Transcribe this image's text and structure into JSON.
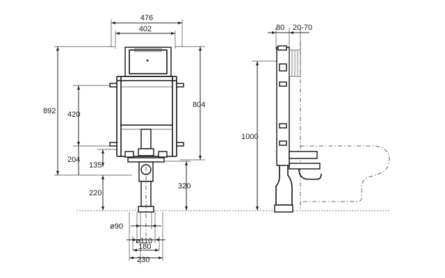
{
  "front_view": {
    "dims": {
      "width_outer": "476",
      "width_inner": "402",
      "height_total": "892",
      "height_frame": "804",
      "height_420": "420",
      "height_204": "204",
      "height_135": "135",
      "height_220": "220",
      "height_320": "320",
      "diam_90": "ø90",
      "diam_110": "ø110",
      "width_180": "180",
      "width_230": "230"
    }
  },
  "side_view": {
    "dims": {
      "depth_80": "80",
      "depth_20_70": "20-70",
      "height_1000": "1000"
    }
  }
}
